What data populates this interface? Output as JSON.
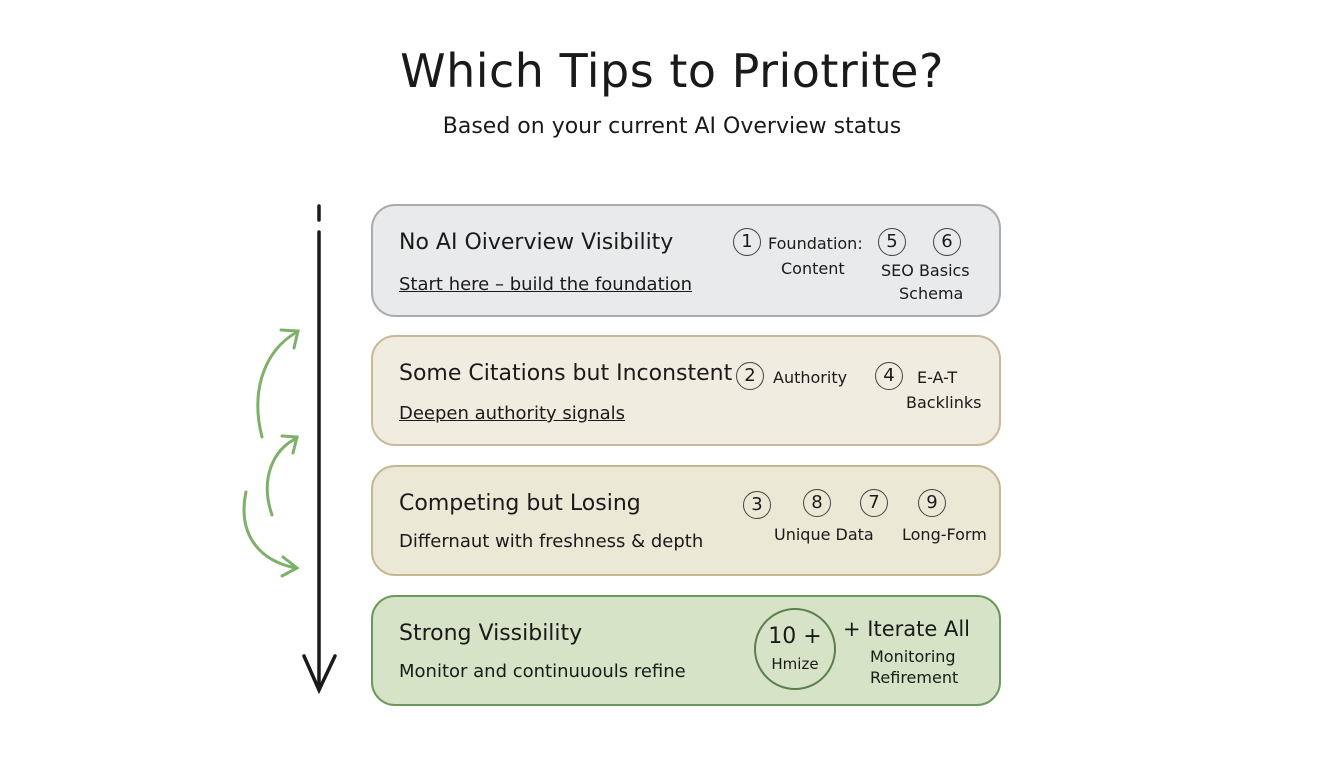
{
  "header": {
    "title": "Which Tips to Priotrite?",
    "subtitle": "Based on your current AI Overview status"
  },
  "colors": {
    "card1_bg": "#e9eaeb",
    "card1_border": "#a9abad",
    "card2_bg": "#f1ece0",
    "card2_border": "#c8b99b",
    "card3_bg": "#ebe8d6",
    "card3_border": "#c4b892",
    "card4_bg": "#d6e3c7",
    "card4_border": "#6e975c",
    "arrow_main": "#1a1a1a",
    "arrow_green": "#7fb06a"
  },
  "stages": [
    {
      "title": "No AI Oiverview Visibility",
      "subtitle": "Start here – build the foundation",
      "tips": [
        {
          "number": "1",
          "label": "Foundation:"
        },
        {
          "number": "5"
        },
        {
          "number": "6"
        }
      ],
      "labels": [
        "Content",
        "SEO Basics",
        "Schema"
      ]
    },
    {
      "title": "Some Citations but Inconstent",
      "subtitle": "Deepen authority signals",
      "tips": [
        {
          "number": "2",
          "label": "Authority"
        },
        {
          "number": "4",
          "label": "E-A-T"
        }
      ],
      "labels": [
        "Backlinks"
      ]
    },
    {
      "title": "Competing but Losing",
      "subtitle": "Differnaut with freshness & depth",
      "tips": [
        {
          "number": "3"
        },
        {
          "number": "8"
        },
        {
          "number": "7"
        },
        {
          "number": "9"
        }
      ],
      "labels": [
        "Unique Data",
        "Long-Form"
      ]
    },
    {
      "title": "Strong Vissibility",
      "subtitle": "Monitor and continuuouls refine",
      "tips": [
        {
          "number": "10 +",
          "label": "Hmize"
        }
      ],
      "extra_title": "+ Iterate All",
      "labels": [
        "Monitoring",
        "Refirement"
      ]
    }
  ]
}
